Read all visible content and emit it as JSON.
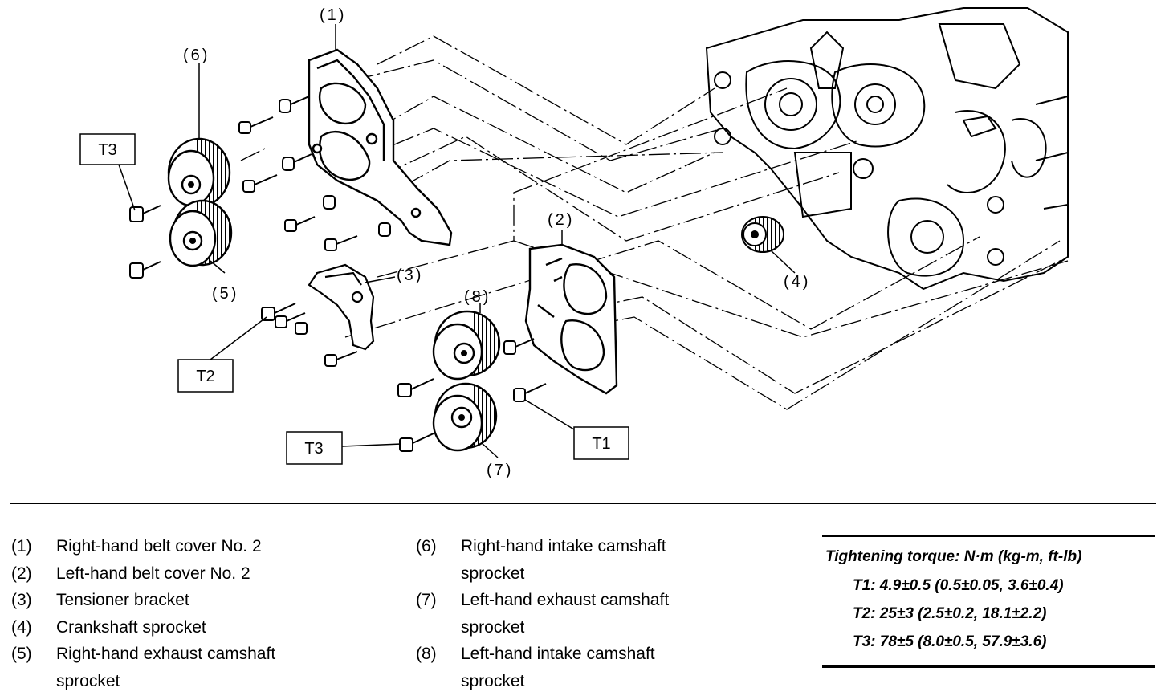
{
  "callouts": {
    "c1": "(1)",
    "c2": "(2)",
    "c3": "(3)",
    "c4": "(4)",
    "c5": "(5)",
    "c6": "(6)",
    "c7": "(7)",
    "c8": "(8)"
  },
  "torque_boxes": {
    "t3_top": "T3",
    "t2": "T2",
    "t3_bottom": "T3",
    "t1": "T1"
  },
  "legend": {
    "left": [
      {
        "num": "(1)",
        "lines": [
          "Right-hand belt cover No. 2"
        ]
      },
      {
        "num": "(2)",
        "lines": [
          "Left-hand belt cover No. 2"
        ]
      },
      {
        "num": "(3)",
        "lines": [
          "Tensioner bracket"
        ]
      },
      {
        "num": "(4)",
        "lines": [
          "Crankshaft sprocket"
        ]
      },
      {
        "num": "(5)",
        "lines": [
          "Right-hand exhaust camshaft",
          "sprocket"
        ]
      }
    ],
    "right": [
      {
        "num": "(6)",
        "lines": [
          "Right-hand intake camshaft",
          "sprocket"
        ]
      },
      {
        "num": "(7)",
        "lines": [
          "Left-hand exhaust camshaft",
          "sprocket"
        ]
      },
      {
        "num": "(8)",
        "lines": [
          "Left-hand intake camshaft",
          "sprocket"
        ]
      }
    ]
  },
  "torque_table": {
    "header": "Tightening torque: N·m (kg-m, ft-lb)",
    "t1": "T1: 4.9±0.5 (0.5±0.05, 3.6±0.4)",
    "t2": "T2: 25±3 (2.5±0.2, 18.1±2.2)",
    "t3": "T3: 78±5 (8.0±0.5, 57.9±3.6)"
  }
}
